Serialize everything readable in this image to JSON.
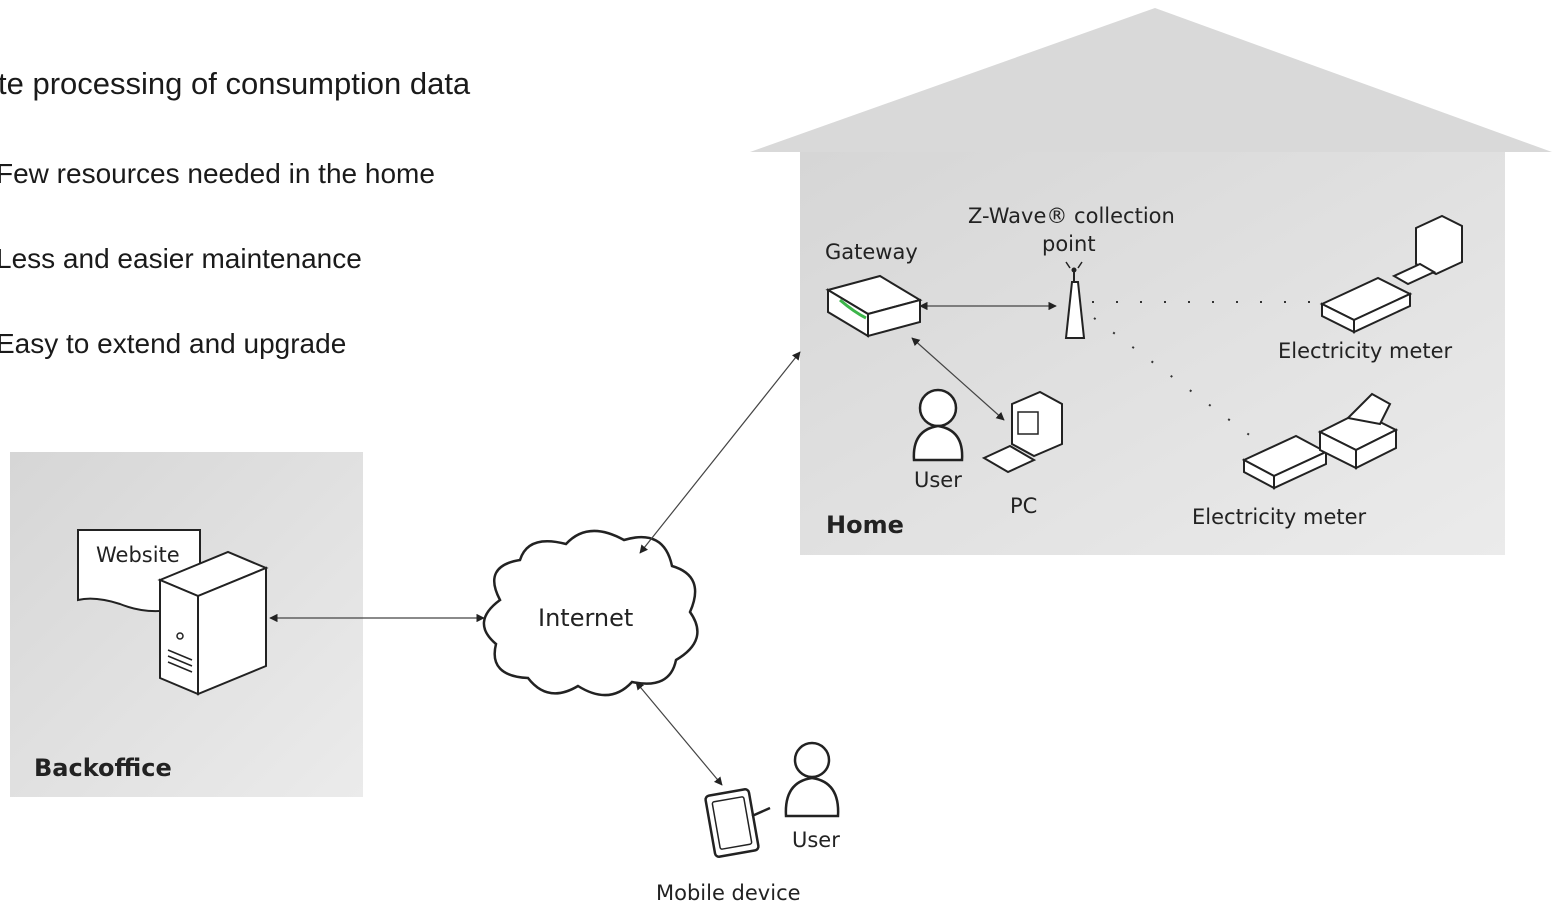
{
  "heading": "te processing of consumption data",
  "bullets": [
    "Few resources needed in the home",
    "Less and easier maintenance",
    "Easy to extend and upgrade"
  ],
  "diagram": {
    "backoffice": {
      "label": "Backoffice",
      "website": "Website"
    },
    "internet": "Internet",
    "home": {
      "label": "Home",
      "gateway": "Gateway",
      "collection_point_line1": "Z-Wave® collection",
      "collection_point_line2": "point",
      "meter_top": "Electricity meter",
      "meter_bottom": "Electricity meter",
      "user": "User",
      "pc": "PC"
    },
    "mobile": {
      "user": "User",
      "device": "Mobile device"
    }
  },
  "colors": {
    "panel": "#e2e2e2",
    "roof": "#d9d9d9",
    "line": "#222222",
    "text": "#1a1a1a"
  }
}
